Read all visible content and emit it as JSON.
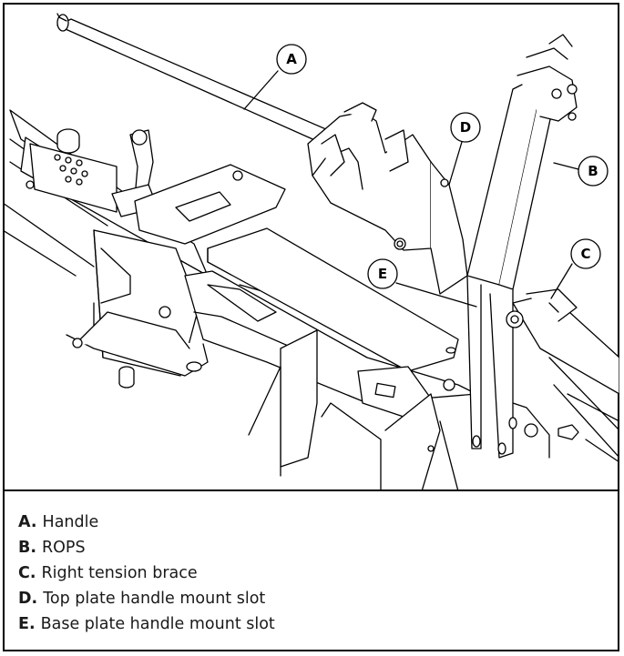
{
  "figure": {
    "callouts": [
      "A",
      "B",
      "C",
      "D",
      "E"
    ]
  },
  "legend": [
    {
      "key": "A.",
      "text": "Handle"
    },
    {
      "key": "B.",
      "text": "ROPS"
    },
    {
      "key": "C.",
      "text": "Right tension brace"
    },
    {
      "key": "D.",
      "text": "Top plate handle mount slot"
    },
    {
      "key": "E.",
      "text": "Base plate handle mount slot"
    }
  ]
}
